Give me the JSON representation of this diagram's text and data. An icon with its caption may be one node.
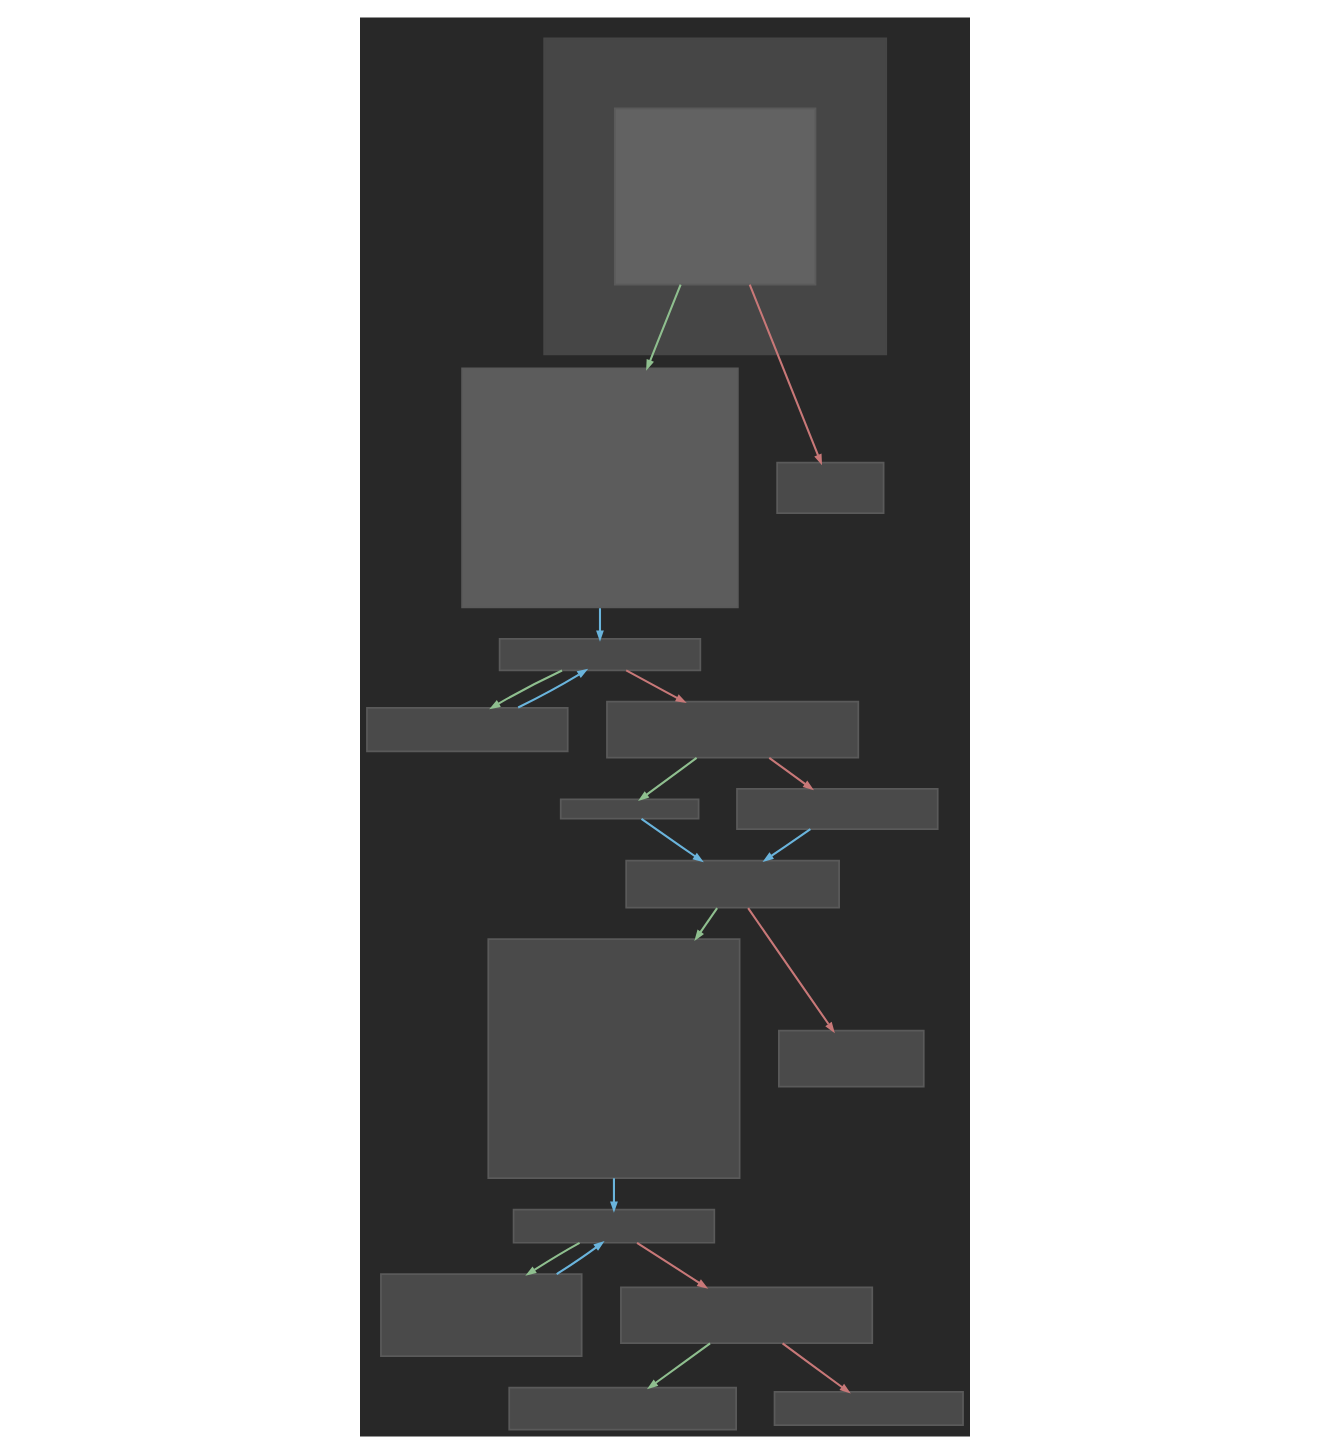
{
  "diagram": {
    "nodes": [
      {
        "text": [],
        "shape": "box"
      },
      {
        "text": [],
        "shape": "box",
        "in": 0
      },
      {
        "text": [],
        "shape": "box"
      },
      {
        "text": [],
        "shape": "box"
      },
      {
        "text": [],
        "shape": "box"
      },
      {
        "text": [],
        "shape": "box"
      },
      {
        "text": [],
        "shape": "box"
      },
      {
        "text": [],
        "shape": "box"
      },
      {
        "text": [],
        "shape": "box"
      },
      {
        "text": [],
        "shape": "box"
      },
      {
        "text": [],
        "shape": "box"
      },
      {
        "text": [],
        "shape": "box"
      },
      {
        "text": [],
        "shape": "box"
      },
      {
        "text": [],
        "shape": "box"
      },
      {
        "text": [],
        "shape": "box"
      },
      {
        "text": [],
        "shape": "box"
      },
      {
        "text": [],
        "shape": "box"
      }
    ],
    "edges": [
      {
        "from": 1,
        "to": 2,
        "arrow": "to",
        "color": "#8fbf8f"
      },
      {
        "from": 1,
        "to": 3,
        "arrow": "to",
        "color": "#c87878"
      },
      {
        "from": 2,
        "to": 4,
        "arrow": "to",
        "color": "#6ab4dc"
      },
      {
        "from": 4,
        "to": 5,
        "arrow": "to",
        "color": "#8fbf8f"
      },
      {
        "from": 4,
        "to": 6,
        "arrow": "to",
        "color": "#c87878"
      },
      {
        "from": 5,
        "to": 4,
        "arrow": "to",
        "color": "#6ab4dc"
      },
      {
        "from": 6,
        "to": 7,
        "arrow": "to",
        "color": "#8fbf8f"
      },
      {
        "from": 6,
        "to": 8,
        "arrow": "to",
        "color": "#c87878"
      },
      {
        "from": 7,
        "to": 9,
        "arrow": "to",
        "color": "#6ab4dc"
      },
      {
        "from": 8,
        "to": 9,
        "arrow": "to",
        "color": "#6ab4dc"
      },
      {
        "from": 9,
        "to": 10,
        "arrow": "to",
        "color": "#8fbf8f"
      },
      {
        "from": 9,
        "to": 11,
        "arrow": "to",
        "color": "#c87878"
      },
      {
        "from": 10,
        "to": 12,
        "arrow": "to",
        "color": "#6ab4dc"
      },
      {
        "from": 12,
        "to": 13,
        "arrow": "to",
        "color": "#8fbf8f"
      },
      {
        "from": 12,
        "to": 14,
        "arrow": "to",
        "color": "#c87878"
      },
      {
        "from": 13,
        "to": 12,
        "arrow": "to",
        "color": "#6ab4dc"
      },
      {
        "from": 14,
        "to": 15,
        "arrow": "to",
        "color": "#8fbf8f"
      },
      {
        "from": 14,
        "to": 16,
        "arrow": "to",
        "color": "#c87878"
      }
    ]
  }
}
